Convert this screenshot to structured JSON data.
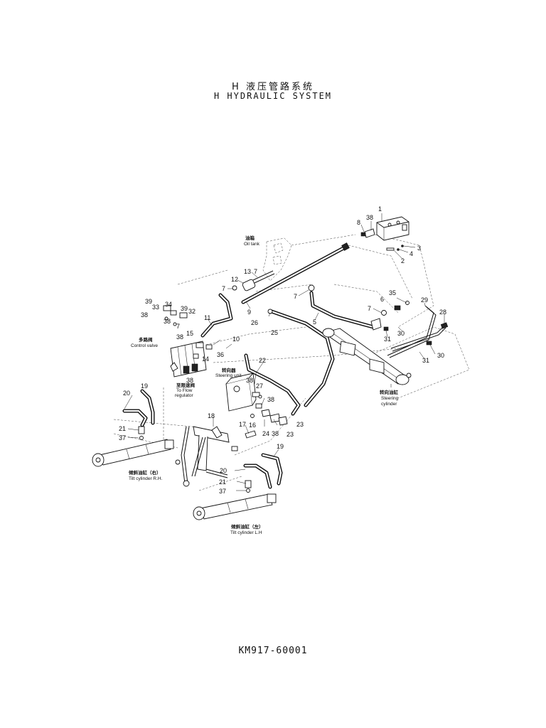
{
  "header": {
    "title_cn": "H  液压管路系统",
    "title_en": "H  HYDRAULIC SYSTEM"
  },
  "labels": {
    "oil_tank_cn": "油箱",
    "oil_tank_en": "Oil tank",
    "control_valve_cn": "多路阀",
    "control_valve_en": "Control valve",
    "flow_regulator_cn": "至限速阀",
    "flow_regulator_en1": "To Flow",
    "flow_regulator_en2": "regulator",
    "steering_unit_cn": "转向器",
    "steering_unit_en": "Steering unit",
    "steering_cylinder_cn": "转向油缸",
    "steering_cylinder_en1": "Steering",
    "steering_cylinder_en2": "cylinder",
    "tilt_rh_cn": "倾斜油缸（右）",
    "tilt_rh_en": "Tilt cylinder R.H.",
    "tilt_lh_cn": "倾斜油缸（左）",
    "tilt_lh_en": "Tilt cylinder L.H"
  },
  "callouts": {
    "n1": "1",
    "n2": "2",
    "n3": "3",
    "n4": "4",
    "n5": "5",
    "n6": "6",
    "n7a": "7",
    "n7b": "7",
    "n7c": "7",
    "n7d": "7",
    "n7e": "7",
    "n8": "8",
    "n9": "9",
    "n10": "10",
    "n11": "11",
    "n12": "12",
    "n13": "13",
    "n14": "14",
    "n15": "15",
    "n16": "16",
    "n17": "17",
    "n18": "18",
    "n19a": "19",
    "n19b": "19",
    "n20a": "20",
    "n20b": "20",
    "n21a": "21",
    "n21b": "21",
    "n22": "22",
    "n23a": "23",
    "n23b": "23",
    "n24": "24",
    "n25": "25",
    "n26": "26",
    "n27": "27",
    "n28": "28",
    "n29": "29",
    "n30a": "30",
    "n30b": "30",
    "n31a": "31",
    "n31b": "31",
    "n32": "32",
    "n33": "33",
    "n34": "34",
    "n35": "35",
    "n36": "36",
    "n37a": "37",
    "n37b": "37",
    "n38a": "38",
    "n38b": "38",
    "n38c": "38",
    "n38d": "38",
    "n38e": "38",
    "n38f": "38",
    "n38g": "38",
    "n38h": "38",
    "n39a": "39",
    "n39b": "39"
  },
  "footer": {
    "doc_number": "KM917-60001"
  }
}
